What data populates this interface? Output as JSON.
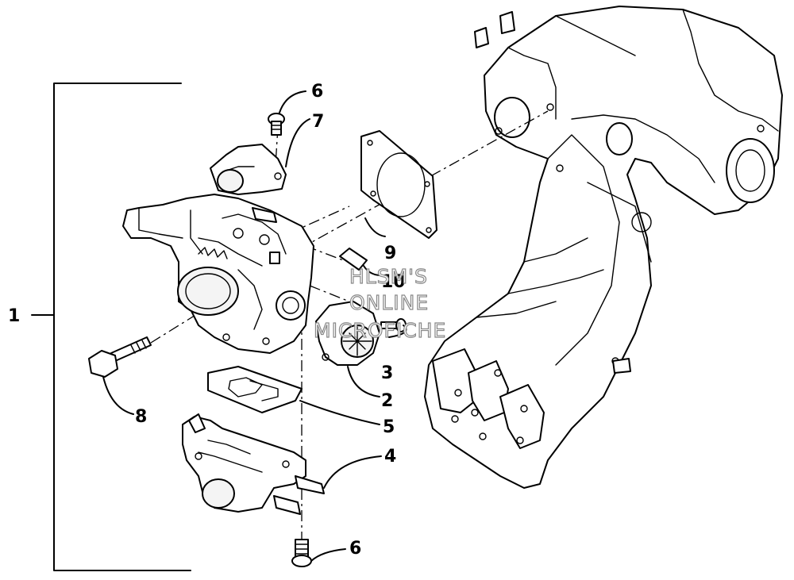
{
  "callouts": {
    "c1": "1",
    "c2": "2",
    "c3": "3",
    "c4": "4",
    "c5": "5",
    "c6a": "6",
    "c6b": "6",
    "c7": "7",
    "c8": "8",
    "c9": "9",
    "c10": "10"
  },
  "watermark": {
    "line1": "HLSM'S",
    "line2": "ONLINE",
    "line3": "MICROFICHE"
  }
}
